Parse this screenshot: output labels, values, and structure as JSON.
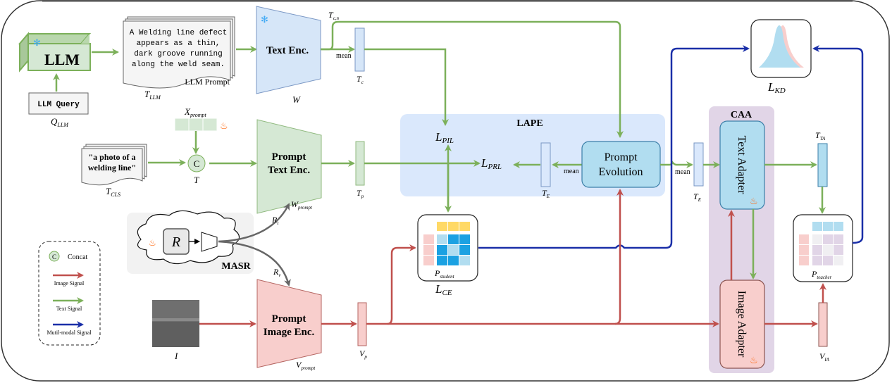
{
  "llm": {
    "label": "LLM",
    "query_label": "LLM Query",
    "query_symbol": "Q",
    "query_sub": "LLM"
  },
  "llm_prompt": {
    "lines": [
      "A Welding line defect",
      "appears as a thin,",
      "dark groove running",
      "along the weld seam."
    ],
    "caption": "LLM Prompt",
    "symbol": "T",
    "symbol_sub": "LLM"
  },
  "text_encoder": {
    "label": "Text Enc.",
    "symbol": "W",
    "output_tokens": "T",
    "output_tokens_sub": "c,n",
    "mean_label": "mean",
    "mean_output": "T",
    "mean_output_sub": "c"
  },
  "cls_prompt": {
    "lines": [
      "\"a photo of a",
      "welding line\""
    ],
    "symbol": "T",
    "symbol_sub": "CLS"
  },
  "x_prompt": {
    "symbol": "X",
    "sub": "prompt"
  },
  "concat": {
    "glyph": "C",
    "output": "T"
  },
  "prompt_text_encoder": {
    "lines": [
      "Prompt",
      "Text Enc."
    ],
    "symbol": "W",
    "symbol_sub": "prompt",
    "output": "T",
    "output_sub": "p"
  },
  "prompt_image_encoder": {
    "lines": [
      "Prompt",
      "Image Enc."
    ],
    "symbol": "V",
    "symbol_sub": "prompt",
    "output": "V",
    "output_sub": "p"
  },
  "masr": {
    "label": "MASR",
    "r_glyph": "R",
    "rt": "R",
    "rt_sub": "t",
    "rv": "R",
    "rv_sub": "v"
  },
  "input_image": {
    "symbol": "I"
  },
  "lape": {
    "title": "LAPE",
    "pil": "L",
    "pil_sub": "PIL",
    "prl": "L",
    "prl_sub": "PRL",
    "te": "T",
    "te_sub": "E",
    "mean_label": "mean",
    "evolution_lines": [
      "Prompt",
      "Evolution"
    ]
  },
  "student": {
    "symbol": "P",
    "sub": "student",
    "loss": "L",
    "loss_sub": "CE"
  },
  "caa": {
    "title": "CAA",
    "te": "T",
    "te_sub": "E",
    "mean_label": "mean",
    "text_adapter": "Text Adapter",
    "image_adapter": "Image Adapter"
  },
  "teacher": {
    "symbol": "P",
    "sub": "teacher",
    "tta": "T",
    "tta_sub": "TA",
    "via": "V",
    "via_sub": "IA"
  },
  "kd": {
    "loss": "L",
    "loss_sub": "KD"
  },
  "legend": {
    "items": [
      {
        "label": "Concat",
        "kind": "concat"
      },
      {
        "label": "Image Signal",
        "kind": "arrow",
        "color": "#c0504d"
      },
      {
        "label": "Text Signal",
        "kind": "arrow",
        "color": "#7cb05a"
      },
      {
        "label": "Mutil-modal Signal",
        "kind": "arrow",
        "color": "#1a2fa8"
      }
    ]
  },
  "colors": {
    "text_signal": "#7cb05a",
    "image_signal": "#c0504d",
    "multimodal_signal": "#1a2fa8",
    "frozen_blue": "#d6e6f8",
    "prompt_green": "#d5e8d4",
    "image_pink": "#f8cecc",
    "lape_bg": "#dae8fc",
    "caa_bg": "#e1d5e7",
    "adapter_blue": "#b1ddf0",
    "fire": "#ff6a13",
    "snow": "#3fa9f5"
  }
}
